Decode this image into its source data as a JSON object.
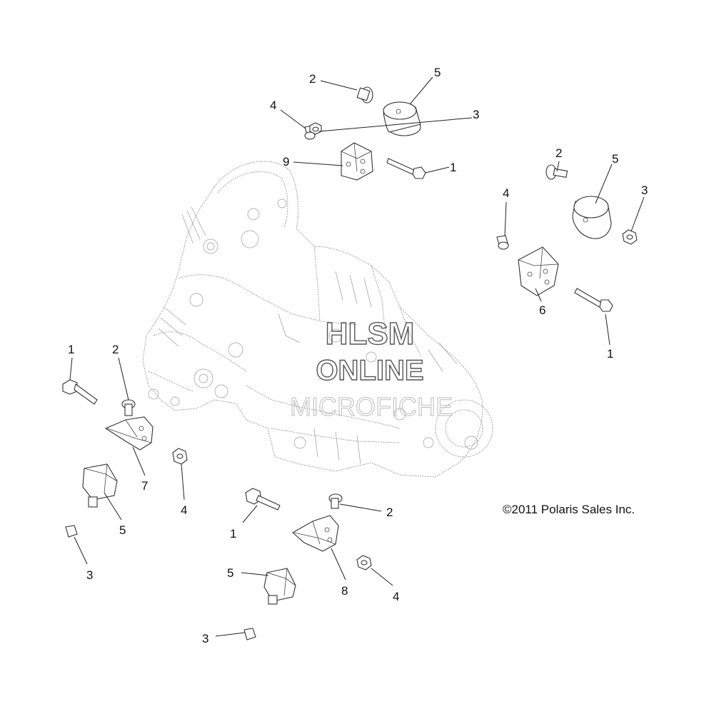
{
  "copyright": "©2011 Polaris Sales Inc.",
  "watermark": {
    "line1": "HLSM",
    "line2": "ONLINE",
    "line3": "MICROFICHE"
  },
  "callouts": [
    "2",
    "5",
    "4",
    "3",
    "9",
    "1",
    "2",
    "5",
    "4",
    "3",
    "6",
    "1",
    "1",
    "2",
    "7",
    "4",
    "5",
    "3",
    "1",
    "2",
    "8",
    "4",
    "5",
    "3"
  ]
}
